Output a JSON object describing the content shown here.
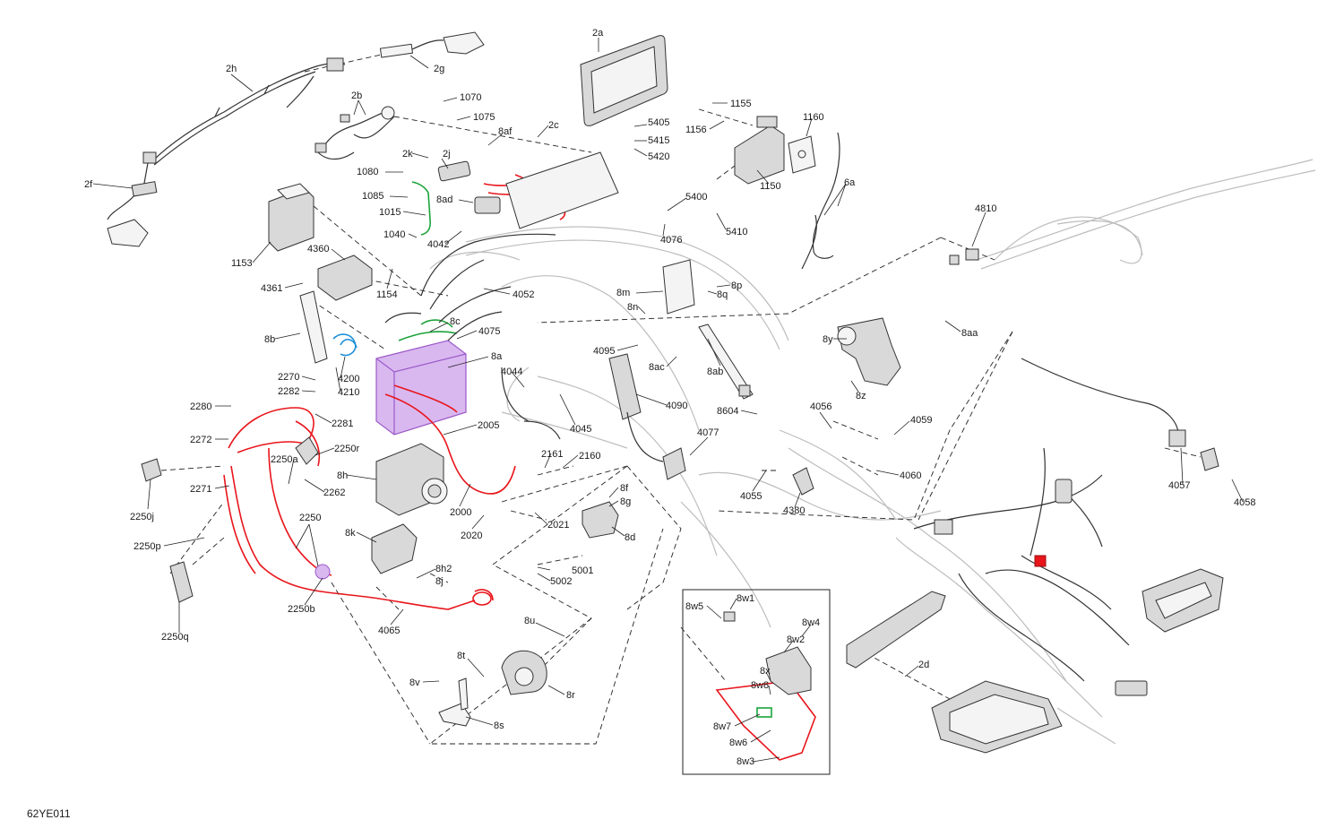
{
  "figure_id": "62YE011",
  "colors": {
    "red": "#e8151b",
    "green": "#1aa33a",
    "blue": "#1e8fd8",
    "purple": "#9b59c9",
    "line": "#222222",
    "ghost": "#bdbdbd"
  },
  "labels": {
    "l2a": "2a",
    "l2b": "2b",
    "l2c": "2c",
    "l2d": "2d",
    "l2f": "2f",
    "l2g": "2g",
    "l2h": "2h",
    "l2j": "2j",
    "l2k": "2k",
    "l1070": "1070",
    "l1075": "1075",
    "l8af": "8af",
    "l1080": "1080",
    "l1085": "1085",
    "l1015": "1015",
    "l1040": "1040",
    "l8ad": "8ad",
    "l4042": "4042",
    "l1153": "1153",
    "l4360": "4360",
    "l4361": "4361",
    "l1154": "1154",
    "l4052": "4052",
    "l8b": "8b",
    "l8c": "8c",
    "l4075": "4075",
    "l8a": "8a",
    "l4200": "4200",
    "l4210": "4210",
    "l2270": "2270",
    "l2282": "2282",
    "l4044": "4044",
    "l4095": "4095",
    "l8ac": "8ac",
    "l8ab": "8ab",
    "l4090": "4090",
    "l4045": "4045",
    "l2280": "2280",
    "l2281": "2281",
    "l2272": "2272",
    "l2250r": "2250r",
    "l2250a": "2250a",
    "l2005": "2005",
    "l2161": "2161",
    "l2160": "2160",
    "l2250j": "2250j",
    "l8h": "8h",
    "l2271": "2271",
    "l2262": "2262",
    "l8f": "8f",
    "l8g": "8g",
    "l2000": "2000",
    "l2021": "2021",
    "l2020": "2020",
    "l8d": "8d",
    "l2250": "2250",
    "l2250p": "2250p",
    "l8k": "8k",
    "l8h2": "8h2",
    "l8j": "8j",
    "l5001": "5001",
    "l5002": "5002",
    "l2250b": "2250b",
    "l4065": "4065",
    "l2250q": "2250q",
    "l8u": "8u",
    "l8t": "8t",
    "l8v": "8v",
    "l8r": "8r",
    "l8s": "8s",
    "l5405": "5405",
    "l5415": "5415",
    "l5420": "5420",
    "l5400": "5400",
    "l4076": "4076",
    "l5410": "5410",
    "l1155": "1155",
    "l1156": "1156",
    "l1160": "1160",
    "l1150": "1150",
    "l6a": "6a",
    "l4810": "4810",
    "l8m": "8m",
    "l8n": "8n",
    "l8p": "8p",
    "l8q": "8q",
    "l8y": "8y",
    "l8aa": "8aa",
    "l8z": "8z",
    "l8604": "8604",
    "l4056": "4056",
    "l4059": "4059",
    "l4077": "4077",
    "l4060": "4060",
    "l4055": "4055",
    "l4380": "4380",
    "l4057": "4057",
    "l4058": "4058",
    "l8w1": "8w1",
    "l8w5": "8w5",
    "l8w4": "8w4",
    "l8w2": "8w2",
    "l8x": "8x",
    "l8w8": "8w8",
    "l8w7": "8w7",
    "l8w6": "8w6",
    "l8w3": "8w3"
  }
}
